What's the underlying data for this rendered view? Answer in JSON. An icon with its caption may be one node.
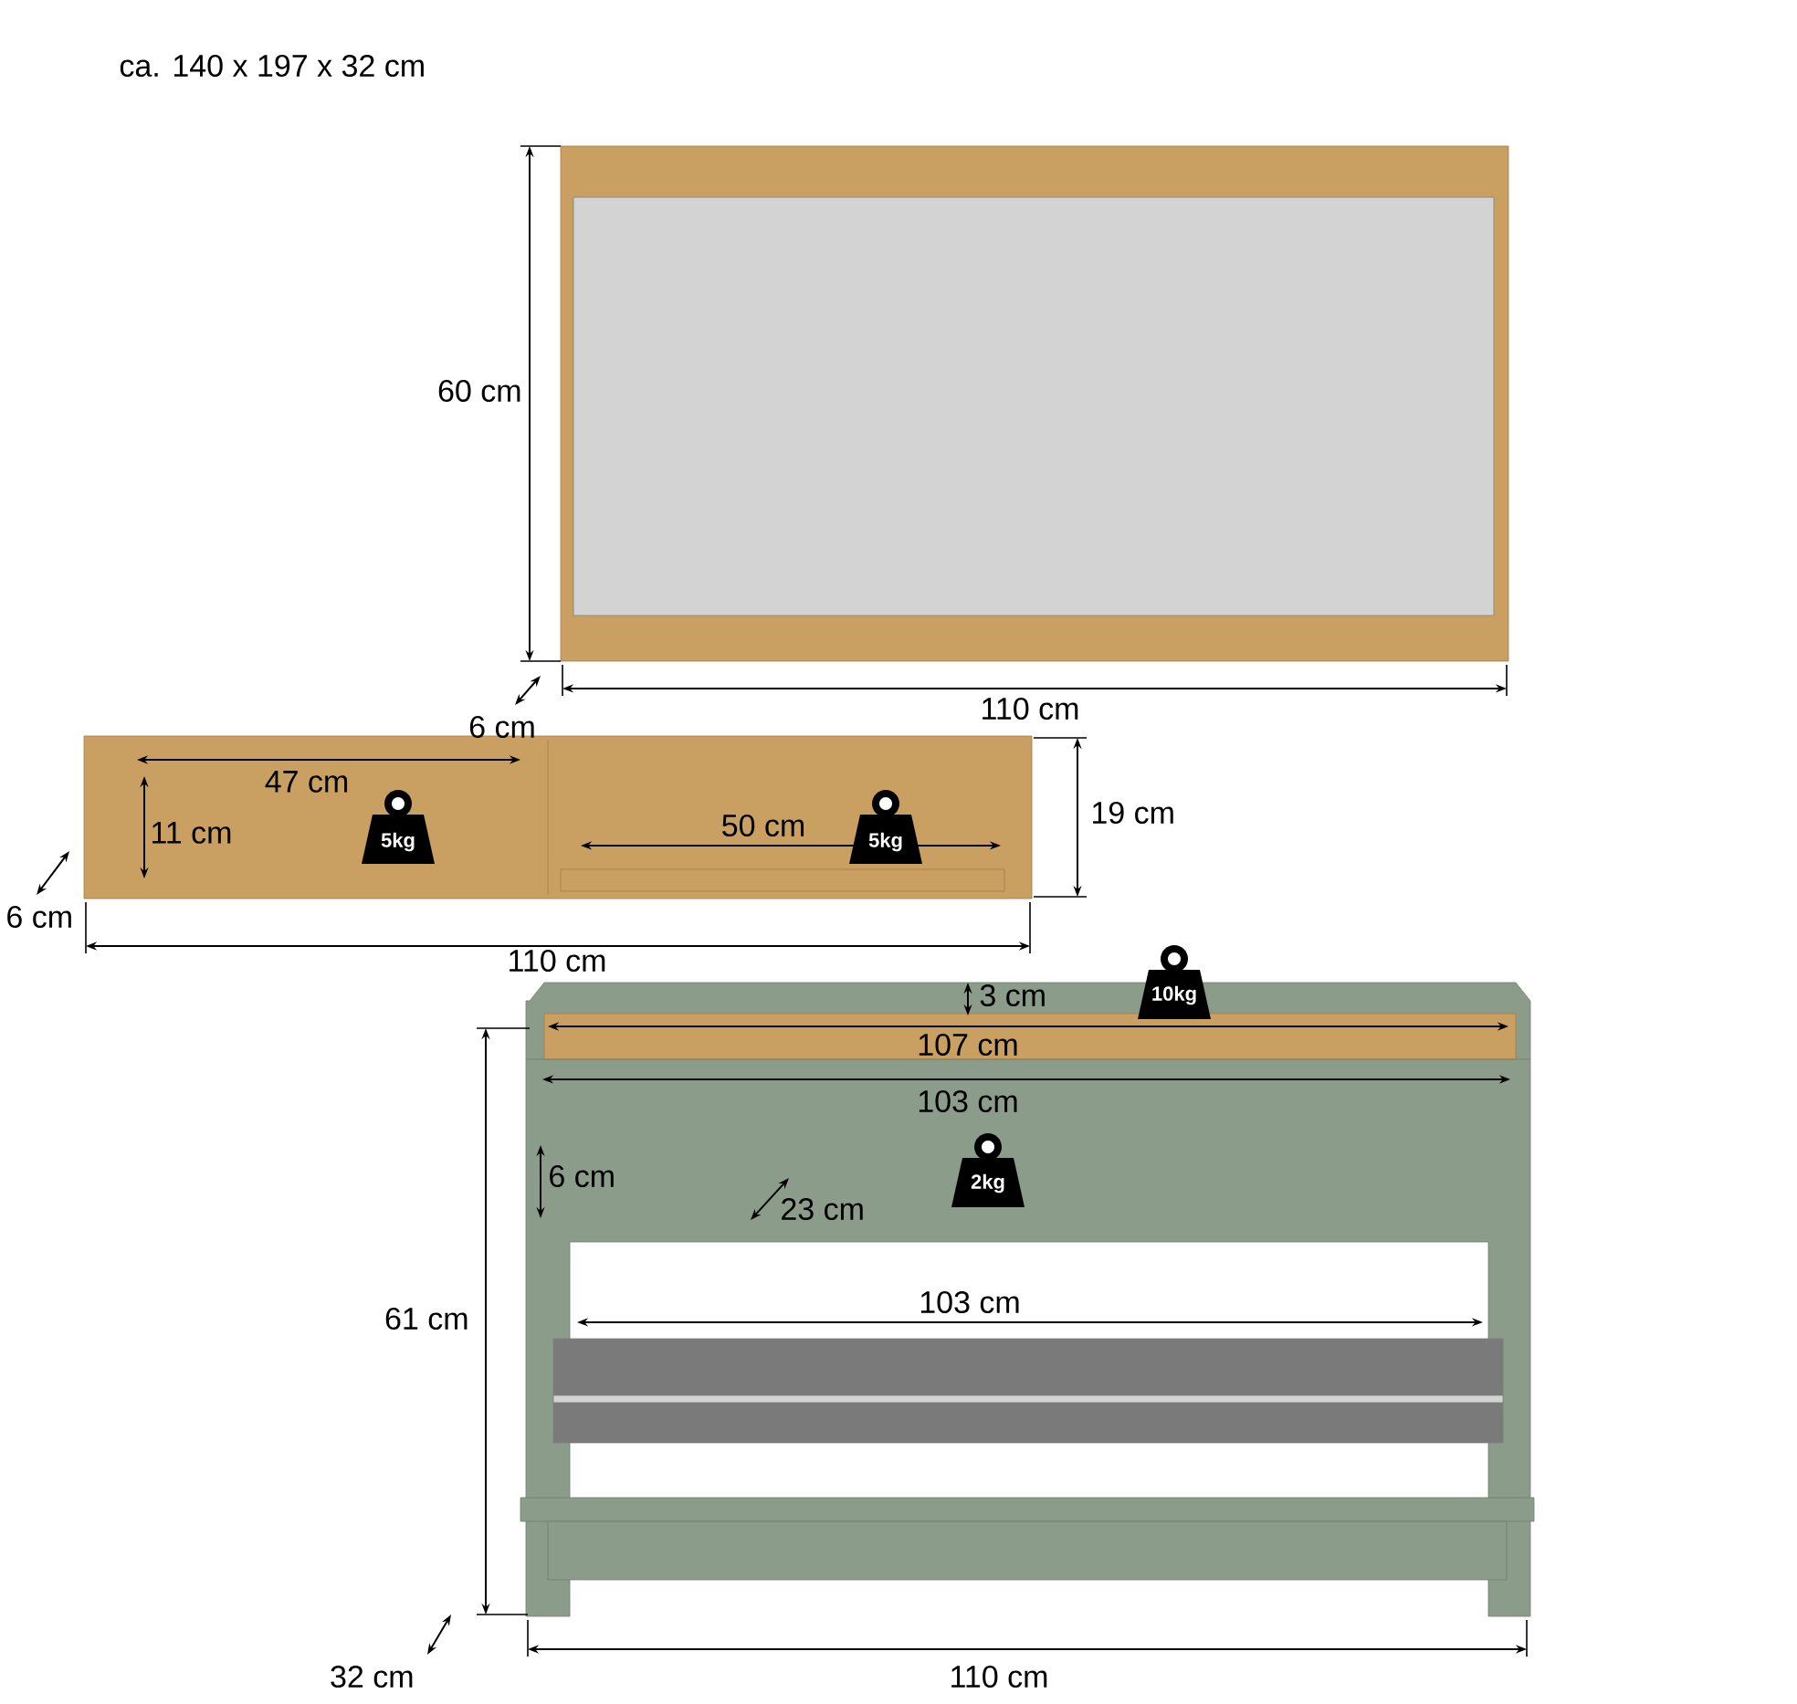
{
  "diagram": {
    "title": "ca. 140 x 197 x 32 cm",
    "labels": [
      "60 cm",
      "6 cm",
      "110 cm",
      "47 cm",
      "19 cm",
      "11 cm",
      "5kg",
      "50 cm",
      "5kg",
      "6 cm",
      "110 cm",
      "3 cm",
      "10kg",
      "107 cm",
      "103 cm",
      "6 cm",
      "23 cm",
      "2kg",
      "61 cm",
      "103 cm",
      "110 cm",
      "32 cm"
    ]
  }
}
